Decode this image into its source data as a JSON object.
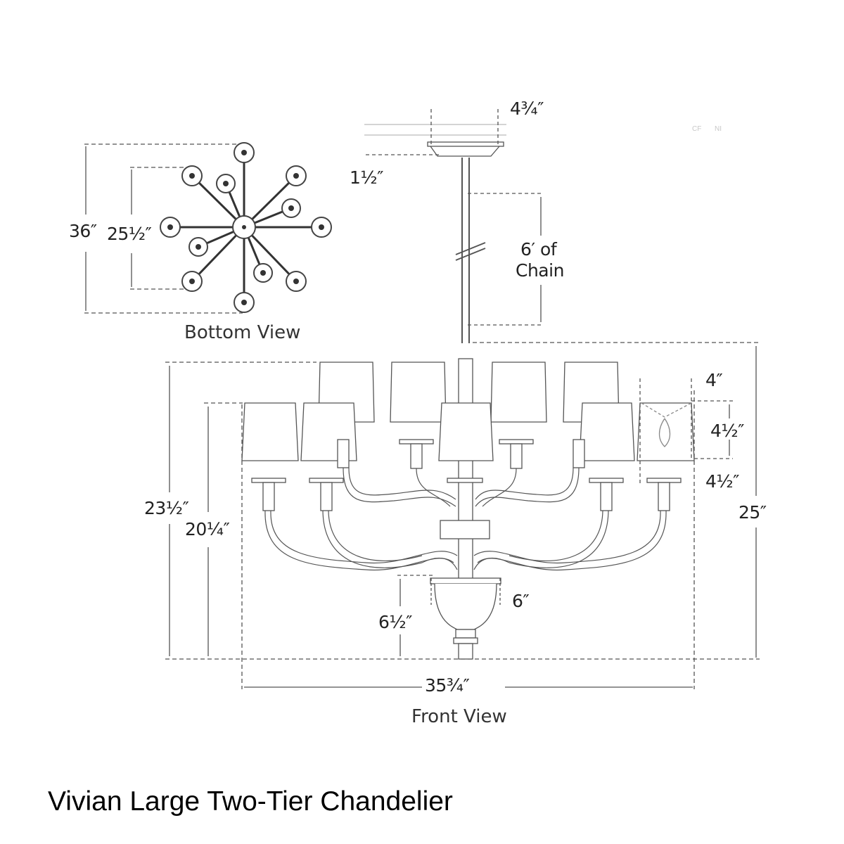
{
  "title": "Vivian Large Two-Tier Chandelier",
  "views": {
    "bottom": {
      "caption": "Bottom View",
      "dims": {
        "outer_diameter": "36″",
        "inner_diameter": "25½″"
      }
    },
    "front": {
      "caption": "Front View",
      "dims": {
        "canopy_width": "4¾″",
        "canopy_height": "1½″",
        "chain": "6′ of",
        "chain_line2": "Chain",
        "shade_width": "4″",
        "shade_height": "4½″",
        "shade_bottom_width": "4½″",
        "overall_height": "25″",
        "upper_tier_height": "23½″",
        "lower_tier_height": "20¼″",
        "bowl_height": "6½″",
        "bowl_width": "6″",
        "overall_width": "35¾″"
      }
    }
  },
  "faint_marks": [
    "CF",
    "NI"
  ]
}
